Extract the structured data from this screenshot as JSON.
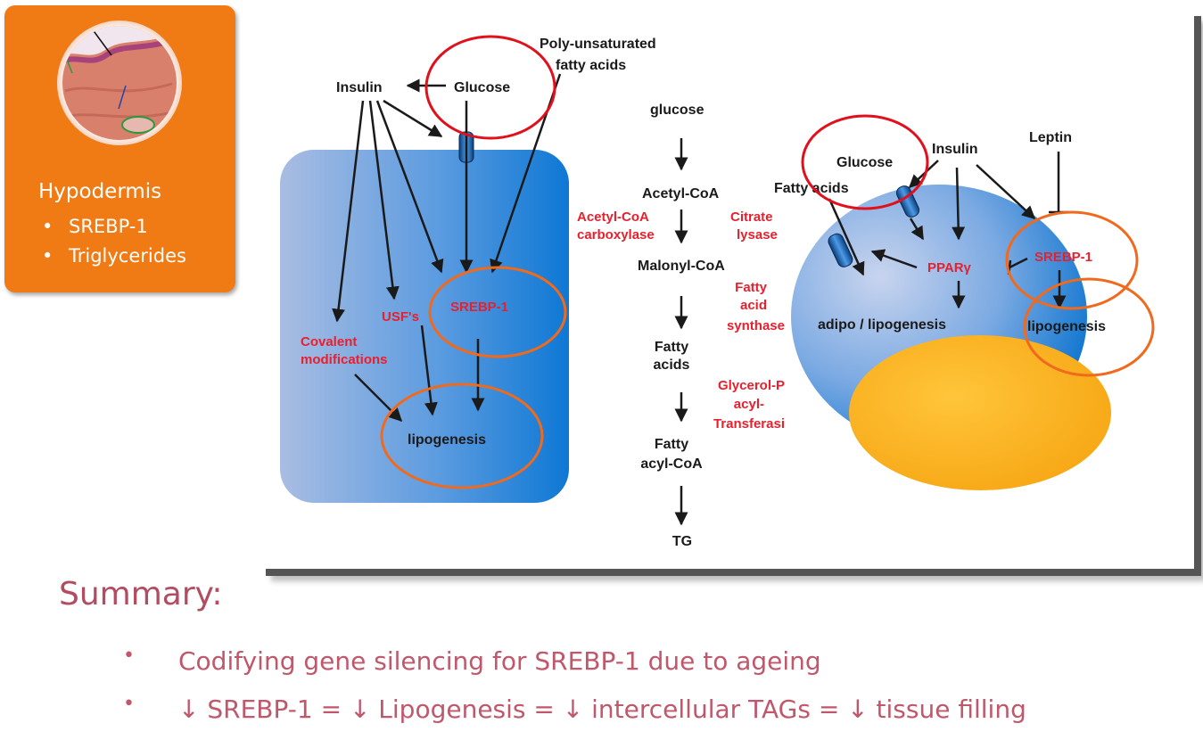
{
  "sidebar": {
    "title": "Hypodermis",
    "items": [
      "SREBP-1",
      "Triglycerides"
    ]
  },
  "diagram": {
    "left_cell": {
      "insulin": "Insulin",
      "glucose": "Glucose",
      "pufa_line1": "Poly-unsaturated",
      "pufa_line2": "fatty acids",
      "usfs": "USF's",
      "srebp1": "SREBP-1",
      "covalent_line1": "Covalent",
      "covalent_line2": "modifications",
      "lipogenesis": "lipogenesis"
    },
    "pathway": {
      "glucose": "glucose",
      "acetyl_coa": "Acetyl-CoA",
      "acc_line1": "Acetyl-CoA",
      "acc_line2": "carboxylase",
      "citrate_line1": "Citrate",
      "citrate_line2": "lysase",
      "malonyl_coa": "Malonyl-CoA",
      "fas_line1": "Fatty",
      "fas_line2": "acid",
      "fas_line3": "synthase",
      "fatty_acids_line1": "Fatty",
      "fatty_acids_line2": "acids",
      "gpat_line1": "Glycerol-P",
      "gpat_line2": "acyl-",
      "gpat_line3": "Transferasi",
      "fatty_acyl_line1": "Fatty",
      "fatty_acyl_line2": "acyl-CoA",
      "tg": "TG"
    },
    "right_cell": {
      "leptin": "Leptin",
      "insulin": "Insulin",
      "glucose": "Glucose",
      "fatty_acids": "Fatty acids",
      "ppar": "PPARγ",
      "srebp1": "SREBP-1",
      "adipo": "adipo / lipogenesis",
      "lipogenesis": "lipogenesis"
    }
  },
  "summary": {
    "title": "Summary:",
    "items": [
      "Codifying gene silencing for SREBP-1  due to ageing",
      "↓ SREBP-1 = ↓ Lipogenesis = ↓ intercellular TAGs = ↓ tissue filling"
    ]
  },
  "colors": {
    "orange_card": "#f07a13",
    "highlight_circle_red": "#e0101c",
    "highlight_circle_orange": "#f06a1e",
    "enzyme_red": "#e8202e",
    "summary_text": "#c0576b"
  }
}
